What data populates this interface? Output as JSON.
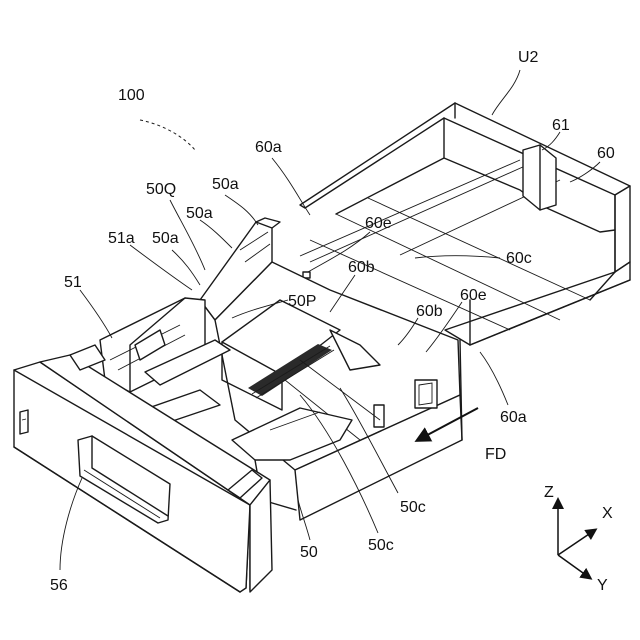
{
  "labels": {
    "n100": "100",
    "u2": "U2",
    "n61": "61",
    "n60": "60",
    "n60a_top": "60a",
    "n50a_1": "50a",
    "n50q": "50Q",
    "n50a_2": "50a",
    "n60e_top": "60e",
    "n51a": "51a",
    "n50a_3": "50a",
    "n60b_top": "60b",
    "n60c": "60c",
    "n51": "51",
    "n50p": "50P",
    "n60b_mid": "60b",
    "n60e_mid": "60e",
    "n60a_right": "60a",
    "fd": "FD",
    "n50c_1": "50c",
    "n50c_2": "50c",
    "n50": "50",
    "n56": "56"
  },
  "axes": {
    "z": "Z",
    "x": "X",
    "y": "Y"
  }
}
